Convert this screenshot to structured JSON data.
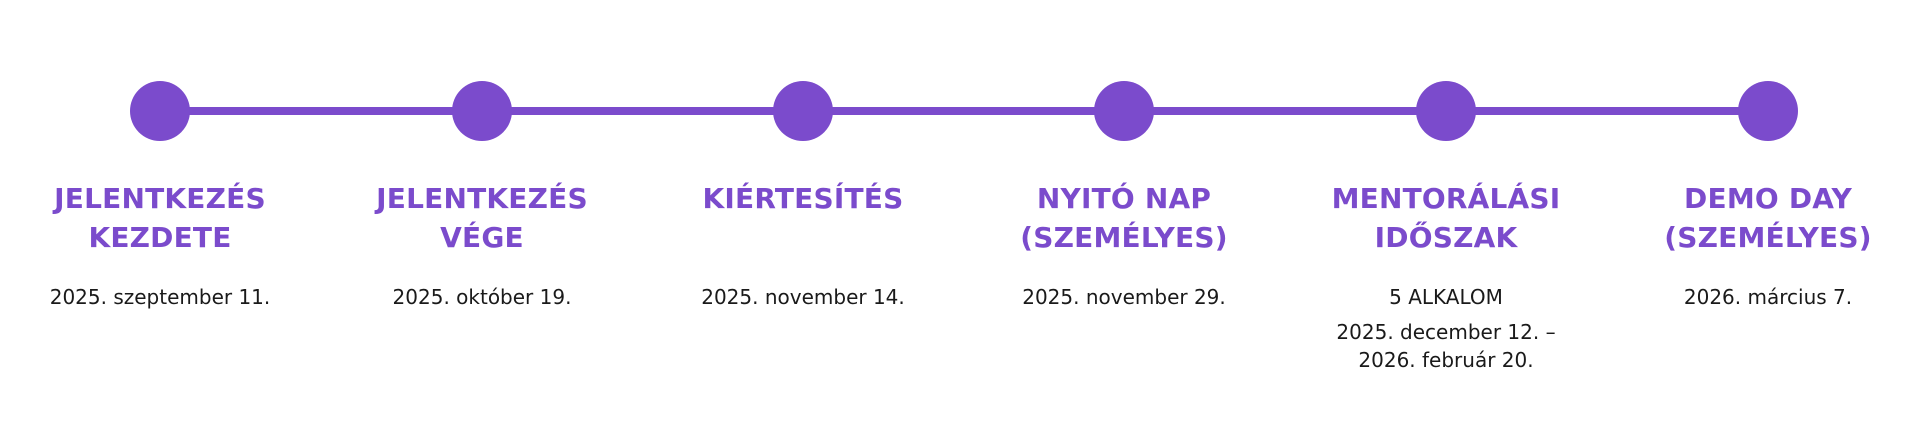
{
  "accent_color": "#7b4bcc",
  "steps": [
    {
      "title": "JELENTKEZÉS\nKEZDETE",
      "date": "2025. szeptember 11."
    },
    {
      "title": "JELENTKEZÉS\nVÉGE",
      "date": "2025. október 19."
    },
    {
      "title": "KIÉRTESÍTÉS",
      "date": "2025. november 14."
    },
    {
      "title": "NYITÓ NAP\n(SZEMÉLYES)",
      "date": "2025. november 29."
    },
    {
      "title": "MENTORÁLÁSI\nIDŐSZAK",
      "date": "5 ALKALOM",
      "extra": "2025. december 12. –\n2026. február 20."
    },
    {
      "title": "DEMO DAY\n(SZEMÉLYES)",
      "date": "2026. március 7."
    }
  ]
}
